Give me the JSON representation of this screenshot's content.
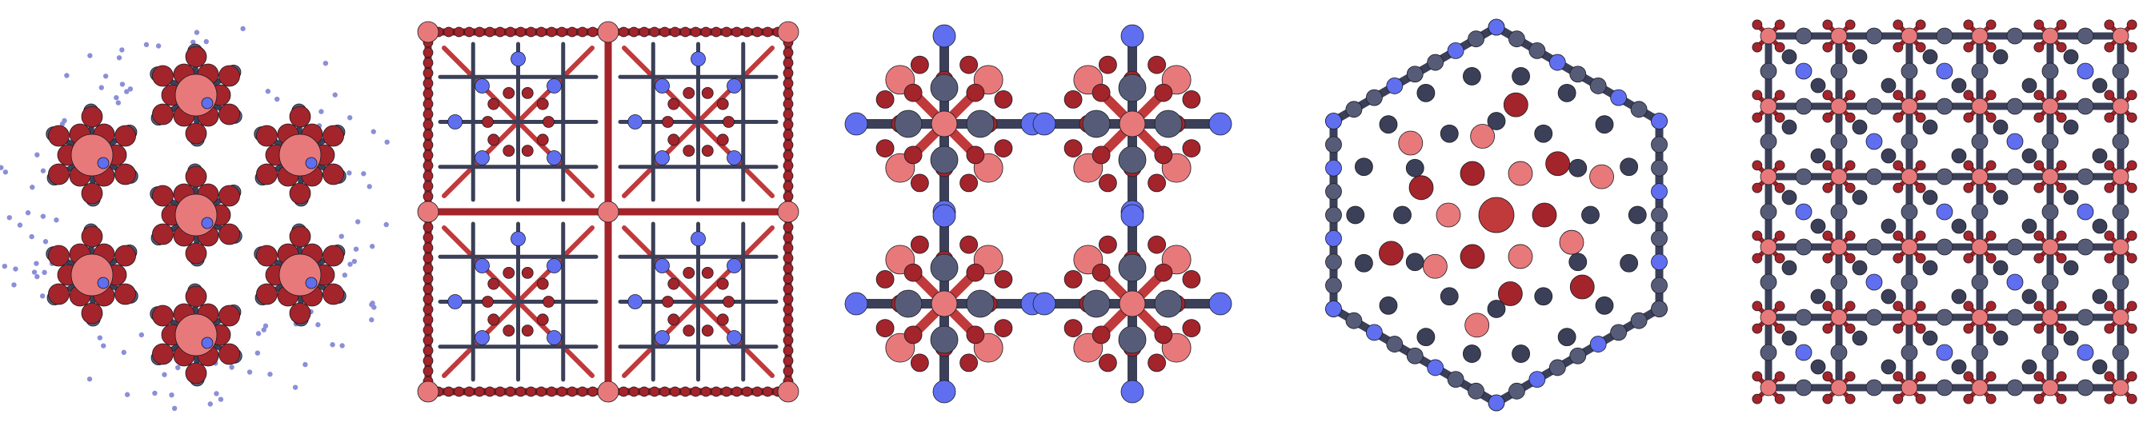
{
  "figure": {
    "panels": [
      {
        "id": "panel-1",
        "view": "hexagonal-cluster"
      },
      {
        "id": "panel-2",
        "view": "cubic-grid-2x2"
      },
      {
        "id": "panel-3",
        "view": "four-node-cross"
      },
      {
        "id": "panel-4",
        "view": "hexagonal-cage"
      },
      {
        "id": "panel-5",
        "view": "square-lattice"
      }
    ]
  },
  "colors": {
    "background": "#ffffff",
    "red_dark": "#a3242a",
    "red_mid": "#c0393b",
    "red_light": "#e8797a",
    "navy": "#3b4058",
    "navy_light": "#565c78",
    "blue": "#5f6ff0",
    "lavender": "#8b8fd8"
  }
}
